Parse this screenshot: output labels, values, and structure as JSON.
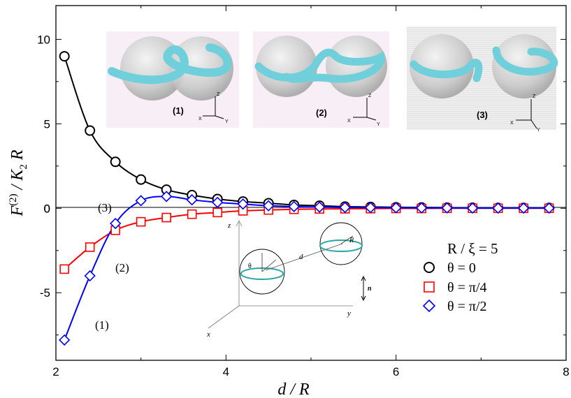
{
  "chart_data": {
    "type": "line",
    "title": "",
    "xlabel": "d / R",
    "ylabel_parts": {
      "main": "F",
      "sup": "(2)",
      "mid": " / K",
      "sub": "2",
      "tail": " R"
    },
    "xlim": [
      2,
      8
    ],
    "ylim": [
      -9,
      12
    ],
    "xticks": [
      "2",
      "4",
      "6",
      "8"
    ],
    "yticks": [
      "-5",
      "0",
      "5",
      "10"
    ],
    "grid": false,
    "legend": {
      "placement": "bottom-right",
      "header": "R / ξ = 5",
      "entries": [
        "θ = 0",
        "θ = π/4",
        "θ = π/2"
      ]
    },
    "series": [
      {
        "name": "θ = 0",
        "color": "#000000",
        "marker": "circle",
        "x": [
          2.1,
          2.4,
          2.7,
          3.0,
          3.3,
          3.6,
          3.9,
          4.2,
          4.5,
          4.8,
          5.1,
          5.4,
          5.7,
          6.0,
          6.3,
          6.6,
          6.9,
          7.2,
          7.5,
          7.8
        ],
        "y": [
          9.0,
          4.6,
          2.75,
          1.7,
          1.1,
          0.78,
          0.55,
          0.4,
          0.3,
          0.2,
          0.15,
          0.1,
          0.08,
          0.06,
          0.05,
          0.04,
          0.03,
          0.02,
          0.02,
          0.02
        ]
      },
      {
        "name": "θ = π/4",
        "color": "#ff0000",
        "marker": "square",
        "x": [
          2.1,
          2.4,
          2.7,
          3.0,
          3.3,
          3.6,
          3.9,
          4.2,
          4.5,
          4.8,
          5.1,
          5.4,
          5.7,
          6.0,
          6.3,
          6.6,
          6.9,
          7.2,
          7.5,
          7.8
        ],
        "y": [
          -3.6,
          -2.3,
          -1.3,
          -0.8,
          -0.55,
          -0.35,
          -0.25,
          -0.15,
          -0.1,
          -0.06,
          -0.04,
          -0.03,
          -0.02,
          -0.01,
          -0.01,
          0.0,
          0.0,
          0.0,
          0.0,
          0.0
        ]
      },
      {
        "name": "θ = π/2",
        "color": "#0000ff",
        "marker": "diamond",
        "x": [
          2.1,
          2.4,
          2.7,
          3.0,
          3.3,
          3.6,
          3.9,
          4.2,
          4.5,
          4.8,
          5.1,
          5.4,
          5.7,
          6.0,
          6.3,
          6.6,
          6.9,
          7.2,
          7.5,
          7.8
        ],
        "y": [
          -7.8,
          -4.0,
          -0.9,
          0.45,
          0.7,
          0.5,
          0.35,
          0.25,
          0.15,
          0.1,
          0.07,
          0.05,
          0.04,
          0.03,
          0.02,
          0.02,
          0.01,
          0.01,
          0.01,
          0.01
        ]
      }
    ],
    "annotations": [
      {
        "text": "(3)",
        "x": 2.7,
        "y": 0.0
      },
      {
        "text": "(2)",
        "x": 2.8,
        "y": -3.5
      },
      {
        "text": "(1)",
        "x": 2.75,
        "y": -7.0
      }
    ],
    "insets": {
      "panels": [
        {
          "label": "(1)",
          "axes": [
            "Z",
            "X",
            "Y"
          ]
        },
        {
          "label": "(2)",
          "axes": [
            "Z",
            "X",
            "Y"
          ]
        },
        {
          "label": "(3)",
          "axes": [
            "Z",
            "X",
            "Y"
          ]
        }
      ],
      "schematic": {
        "labels": [
          "z",
          "y",
          "x",
          "θ",
          "d",
          "R",
          "n"
        ]
      }
    }
  }
}
